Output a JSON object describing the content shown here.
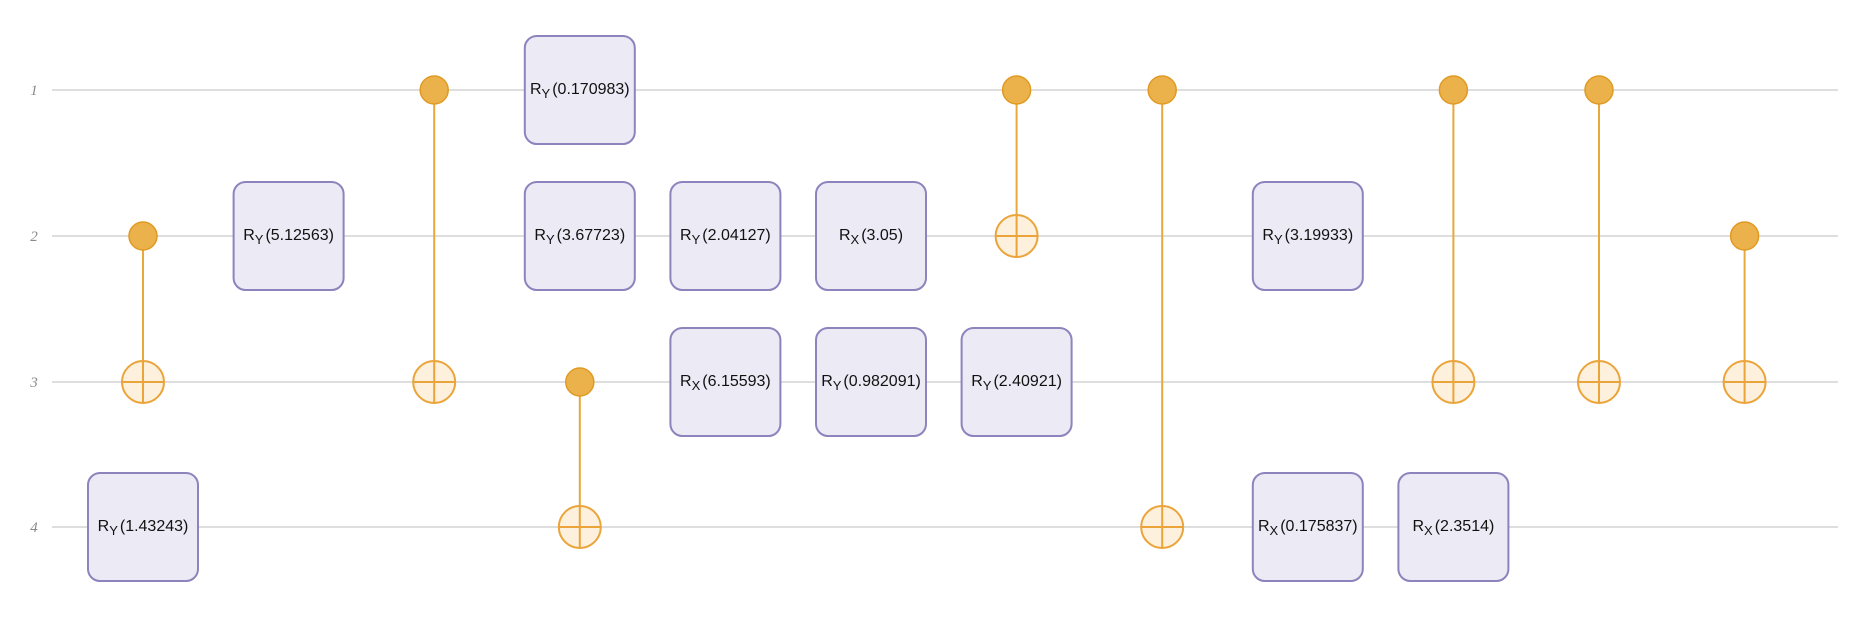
{
  "wires": [
    {
      "label": "1"
    },
    {
      "label": "2"
    },
    {
      "label": "3"
    },
    {
      "label": "4"
    }
  ],
  "colors": {
    "wire": "#d4d4d4",
    "control": "#ebb24c",
    "target_fill": "#fdf0dc",
    "gate_fill": "#ebeaf5",
    "gate_border": "#8d83bd"
  },
  "operations": [
    {
      "type": "cnot",
      "column": 0,
      "control": 2,
      "target": 3
    },
    {
      "type": "gate",
      "column": 0,
      "wire": 4,
      "name": "R",
      "sub": "Y",
      "param": "(1.43243)"
    },
    {
      "type": "gate",
      "column": 1,
      "wire": 2,
      "name": "R",
      "sub": "Y",
      "param": "(5.12563)"
    },
    {
      "type": "cnot",
      "column": 2,
      "control": 1,
      "target": 3
    },
    {
      "type": "gate",
      "column": 3,
      "wire": 1,
      "name": "R",
      "sub": "Y",
      "param": "(0.170983)"
    },
    {
      "type": "gate",
      "column": 3,
      "wire": 2,
      "name": "R",
      "sub": "Y",
      "param": "(3.67723)"
    },
    {
      "type": "cnot",
      "column": 3,
      "control": 3,
      "target": 4
    },
    {
      "type": "gate",
      "column": 4,
      "wire": 2,
      "name": "R",
      "sub": "Y",
      "param": "(2.04127)"
    },
    {
      "type": "gate",
      "column": 4,
      "wire": 3,
      "name": "R",
      "sub": "X",
      "param": "(6.15593)"
    },
    {
      "type": "gate",
      "column": 5,
      "wire": 2,
      "name": "R",
      "sub": "X",
      "param": "(3.05)"
    },
    {
      "type": "gate",
      "column": 5,
      "wire": 3,
      "name": "R",
      "sub": "Y",
      "param": "(0.982091)"
    },
    {
      "type": "cnot",
      "column": 6,
      "control": 1,
      "target": 2
    },
    {
      "type": "gate",
      "column": 6,
      "wire": 3,
      "name": "R",
      "sub": "Y",
      "param": "(2.40921)"
    },
    {
      "type": "cnot",
      "column": 7,
      "control": 1,
      "target": 4
    },
    {
      "type": "gate",
      "column": 8,
      "wire": 2,
      "name": "R",
      "sub": "Y",
      "param": "(3.19933)"
    },
    {
      "type": "gate",
      "column": 8,
      "wire": 4,
      "name": "R",
      "sub": "X",
      "param": "(0.175837)"
    },
    {
      "type": "cnot",
      "column": 9,
      "control": 1,
      "target": 3
    },
    {
      "type": "gate",
      "column": 9,
      "wire": 4,
      "name": "R",
      "sub": "X",
      "param": "(2.3514)"
    },
    {
      "type": "cnot",
      "column": 10,
      "control": 1,
      "target": 3
    },
    {
      "type": "cnot",
      "column": 11,
      "control": 2,
      "target": 3
    }
  ]
}
